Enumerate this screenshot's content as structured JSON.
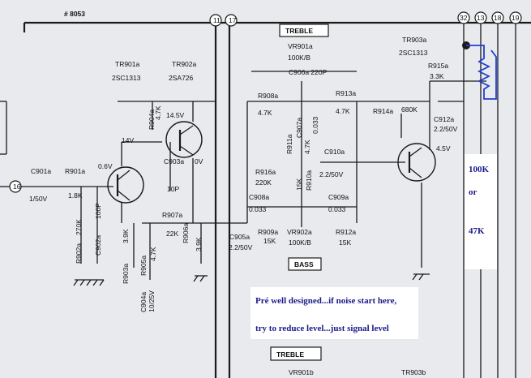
{
  "schematic": {
    "board_ref": "# 8053",
    "connectors": [
      "16",
      "11",
      "17",
      "32",
      "13",
      "18",
      "19"
    ],
    "boxes": {
      "treble_top": "TREBLE",
      "bass": "BASS",
      "treble_bottom": "TREBLE"
    },
    "transistors": [
      {
        "ref": "TR901a",
        "type": "2SC1313"
      },
      {
        "ref": "TR902a",
        "type": "2SA726"
      },
      {
        "ref": "TR903a",
        "type": "2SC1313"
      }
    ],
    "components": {
      "c901": "C901a",
      "c901_val": "1/50V",
      "r901": "R901a",
      "r901_val": "1.8K",
      "v_tr1": "0.6V",
      "r902": "R902a",
      "r902_val": "270K",
      "c902": "C902a",
      "c902_val": "100P",
      "r904": "R904a",
      "r904_val": "4.7K",
      "v14_5": "14.5V",
      "v14": "14V",
      "c903": "C903a",
      "c903_val": "10P",
      "v_c903": "0V",
      "r903": "R903a",
      "r903_val": "3.9K",
      "r905": "R905a",
      "r905_val": "4.7K",
      "r906": "R906a",
      "r906_val": "3.9K",
      "r907": "R907a",
      "r907_val": "22K",
      "c904": "C904a",
      "c904_val": "10/25V",
      "vr901": "VR901a",
      "vr901_val": "100K/B",
      "c906": "C906a 220P",
      "r908": "R908a",
      "r908_val": "4.7K",
      "r913": "R913a",
      "r913_val": "4.7K",
      "c907": "C907a",
      "c907_val": "0.033",
      "r911": "R911a",
      "r911_val": "4.7K",
      "r916": "R916a",
      "r916_val": "220K",
      "r910": "R910a",
      "r910_val": "15K",
      "c910": "C910a",
      "c910_val": "2.2/50V",
      "c908": "C908a",
      "c908_val": "0.033",
      "c909": "C909a",
      "c909_val": "0.033",
      "c905": "C905a",
      "c905_val": "2.2/50V",
      "r909": "R909a",
      "r909_val": "15K",
      "vr902": "VR902a",
      "vr902_val": "100K/B",
      "r912": "R912a",
      "r912_val": "15K",
      "r915": "R915a",
      "r915_val": "3.3K",
      "r914": "R914a",
      "r914_val": "680K",
      "c912": "C912a",
      "c912_val": "2.2/50V",
      "v_tr3": "4.5V",
      "vr_bottom": "VR901b",
      "tr_bottom": "TR903b"
    }
  },
  "annotations": {
    "noise_note": {
      "line1": "Pré well designed...if noise start here,",
      "line2": "try to reduce level...just signal level"
    },
    "resistor_note": {
      "v1": "100K",
      "or": "or",
      "v2": "47K"
    },
    "note_color": "#1a1a8c",
    "marker_color": "#1f3fd0"
  }
}
